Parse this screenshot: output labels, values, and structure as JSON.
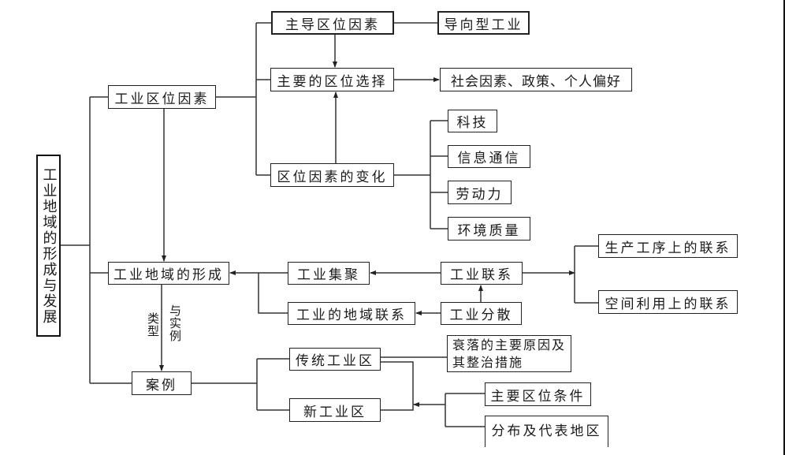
{
  "title": "工业地域的形成与发展",
  "nodes": {
    "location_factors": "工业区位因素",
    "dominant_factors": "主导区位因素",
    "oriented_industry": "导向型工业",
    "main_location_choice": "主要的区位选择",
    "social_factors": "社会因素、政策、个人偏好",
    "factor_changes": "区位因素的变化",
    "technology": "科技",
    "information": "信息通信",
    "labor": "劳动力",
    "environment": "环境质量",
    "region_formation": "工业地域的形成",
    "agglomeration": "工业集聚",
    "regional_links": "工业的地域联系",
    "industrial_links": "工业联系",
    "dispersion": "工业分散",
    "process_links": "生产工序上的联系",
    "space_links": "空间利用上的联系",
    "cases": "案例",
    "traditional_zone": "传统工业区",
    "new_zone": "新工业区",
    "decline_causes": "衰落的主要原因及其整治措施",
    "main_conditions": "主要区位条件",
    "distribution": "分布及代表地区"
  },
  "edge_labels": {
    "types": "类型",
    "and_examples": "与实例"
  }
}
